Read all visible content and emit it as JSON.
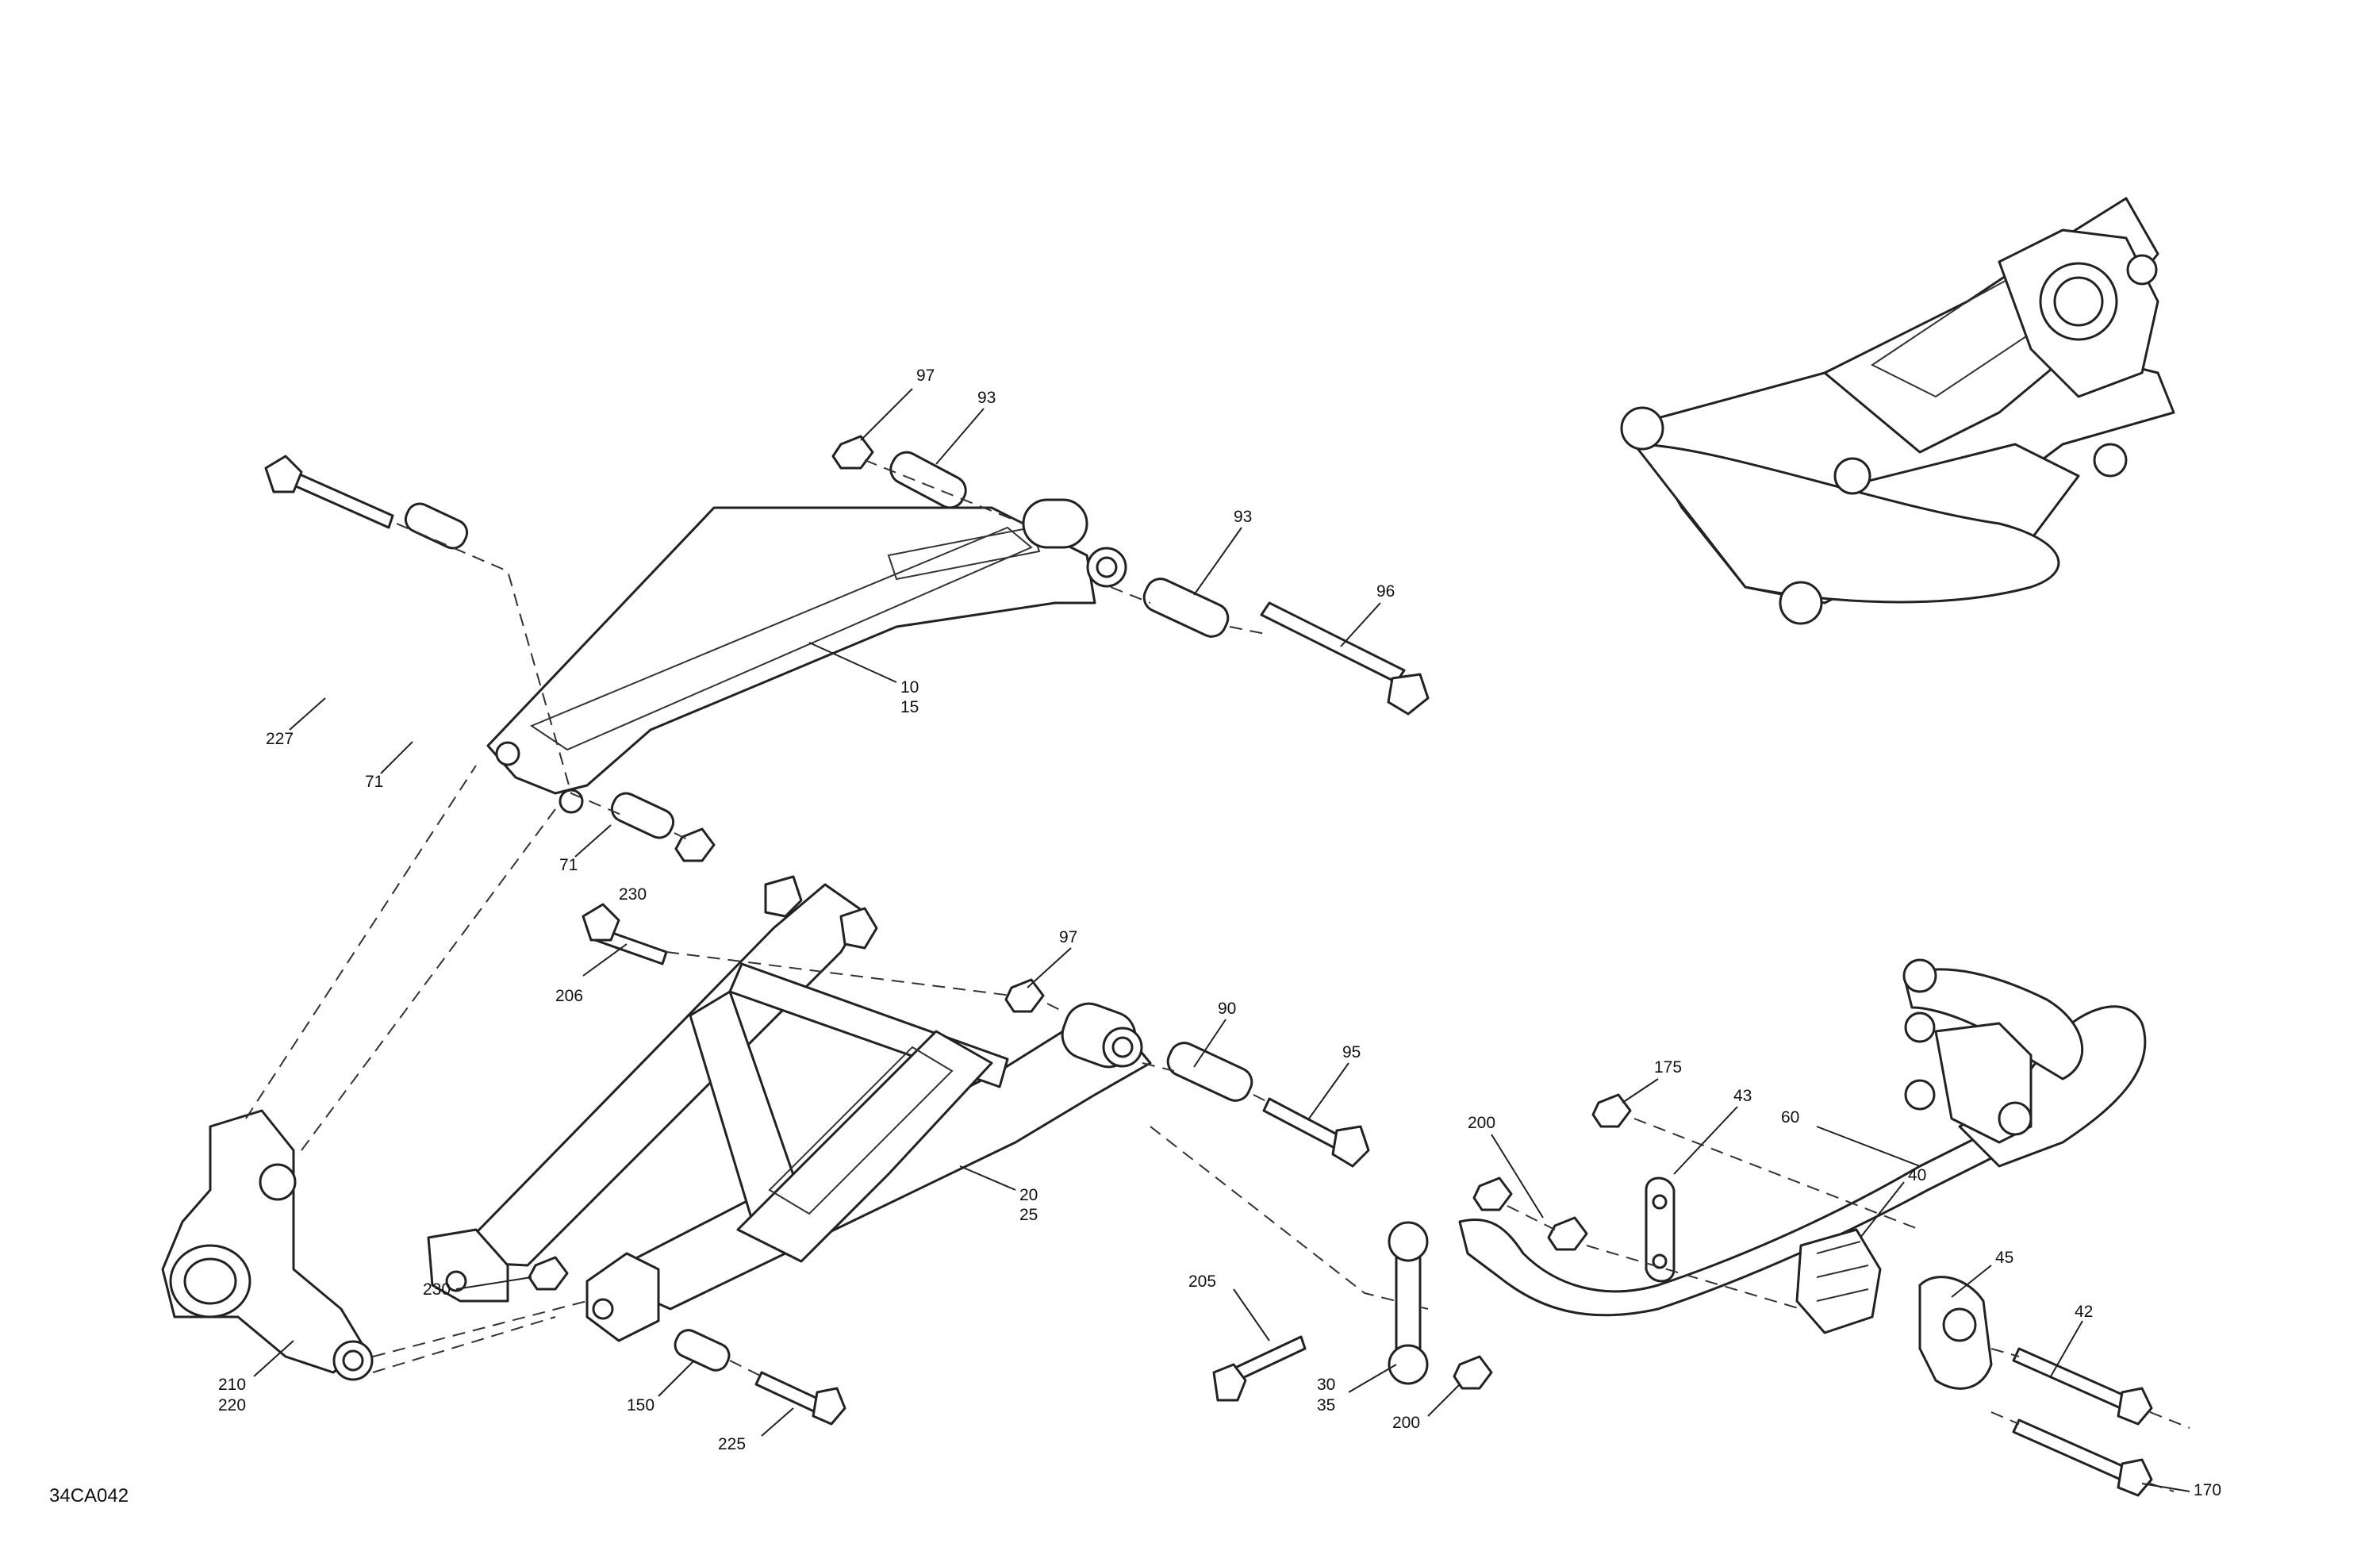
{
  "diagram_code": "34CA042",
  "callouts": [
    {
      "id": "c97a",
      "text": "97"
    },
    {
      "id": "c93a",
      "text": "93"
    },
    {
      "id": "c93b",
      "text": "93"
    },
    {
      "id": "c96",
      "text": "96"
    },
    {
      "id": "c10",
      "text": "10"
    },
    {
      "id": "c15",
      "text": "15"
    },
    {
      "id": "c227",
      "text": "227"
    },
    {
      "id": "c71a",
      "text": "71"
    },
    {
      "id": "c71b",
      "text": "71"
    },
    {
      "id": "c230a",
      "text": "230"
    },
    {
      "id": "c206",
      "text": "206"
    },
    {
      "id": "c97b",
      "text": "97"
    },
    {
      "id": "c90",
      "text": "90"
    },
    {
      "id": "c95",
      "text": "95"
    },
    {
      "id": "c20",
      "text": "20"
    },
    {
      "id": "c25",
      "text": "25"
    },
    {
      "id": "c230b",
      "text": "230"
    },
    {
      "id": "c150",
      "text": "150"
    },
    {
      "id": "c225",
      "text": "225"
    },
    {
      "id": "c210",
      "text": "210"
    },
    {
      "id": "c220",
      "text": "220"
    },
    {
      "id": "c175",
      "text": "175"
    },
    {
      "id": "c43",
      "text": "43"
    },
    {
      "id": "c200a",
      "text": "200"
    },
    {
      "id": "c60",
      "text": "60"
    },
    {
      "id": "c40",
      "text": "40"
    },
    {
      "id": "c45",
      "text": "45"
    },
    {
      "id": "c42",
      "text": "42"
    },
    {
      "id": "c205",
      "text": "205"
    },
    {
      "id": "c30",
      "text": "30"
    },
    {
      "id": "c35",
      "text": "35"
    },
    {
      "id": "c200b",
      "text": "200"
    },
    {
      "id": "c170",
      "text": "170"
    }
  ]
}
